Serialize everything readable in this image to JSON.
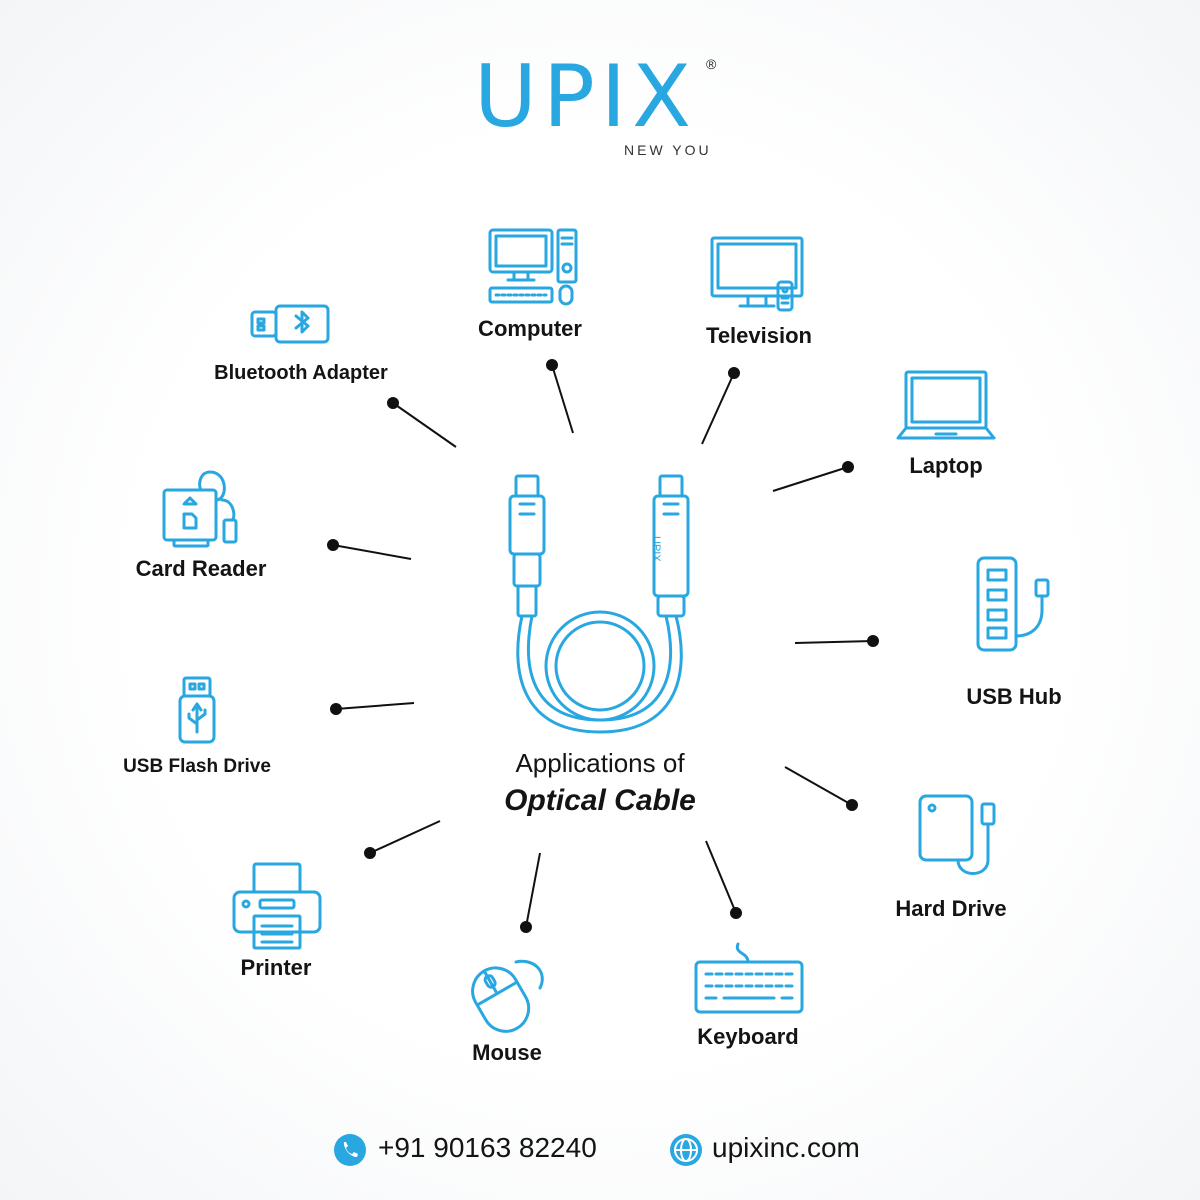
{
  "brand": {
    "name": "UPIX",
    "registered_mark": "®",
    "tagline": "NEW YOU"
  },
  "center": {
    "subtitle": "Applications of",
    "title": "Optical Cable",
    "cable_print": "UPIX",
    "icon": "optical-cable-icon"
  },
  "applications": [
    {
      "key": "bluetooth-adapter",
      "label": "Bluetooth Adapter",
      "icon": "bluetooth-adapter-icon"
    },
    {
      "key": "computer",
      "label": "Computer",
      "icon": "computer-icon"
    },
    {
      "key": "television",
      "label": "Television",
      "icon": "television-icon"
    },
    {
      "key": "laptop",
      "label": "Laptop",
      "icon": "laptop-icon"
    },
    {
      "key": "card-reader",
      "label": "Card Reader",
      "icon": "card-reader-icon"
    },
    {
      "key": "usb-hub",
      "label": "USB Hub",
      "icon": "usb-hub-icon"
    },
    {
      "key": "usb-flash-drive",
      "label": "USB Flash Drive",
      "icon": "usb-flash-drive-icon"
    },
    {
      "key": "hard-drive",
      "label": "Hard Drive",
      "icon": "hard-drive-icon"
    },
    {
      "key": "printer",
      "label": "Printer",
      "icon": "printer-icon"
    },
    {
      "key": "mouse",
      "label": "Mouse",
      "icon": "mouse-icon"
    },
    {
      "key": "keyboard",
      "label": "Keyboard",
      "icon": "keyboard-icon"
    }
  ],
  "contact": {
    "phone": "+91 90163 82240",
    "phone_icon": "phone-icon",
    "website": "upixinc.com",
    "website_icon": "globe-icon"
  },
  "colors": {
    "accent": "#29a7e1",
    "text": "#141414",
    "connector": "#111111"
  }
}
